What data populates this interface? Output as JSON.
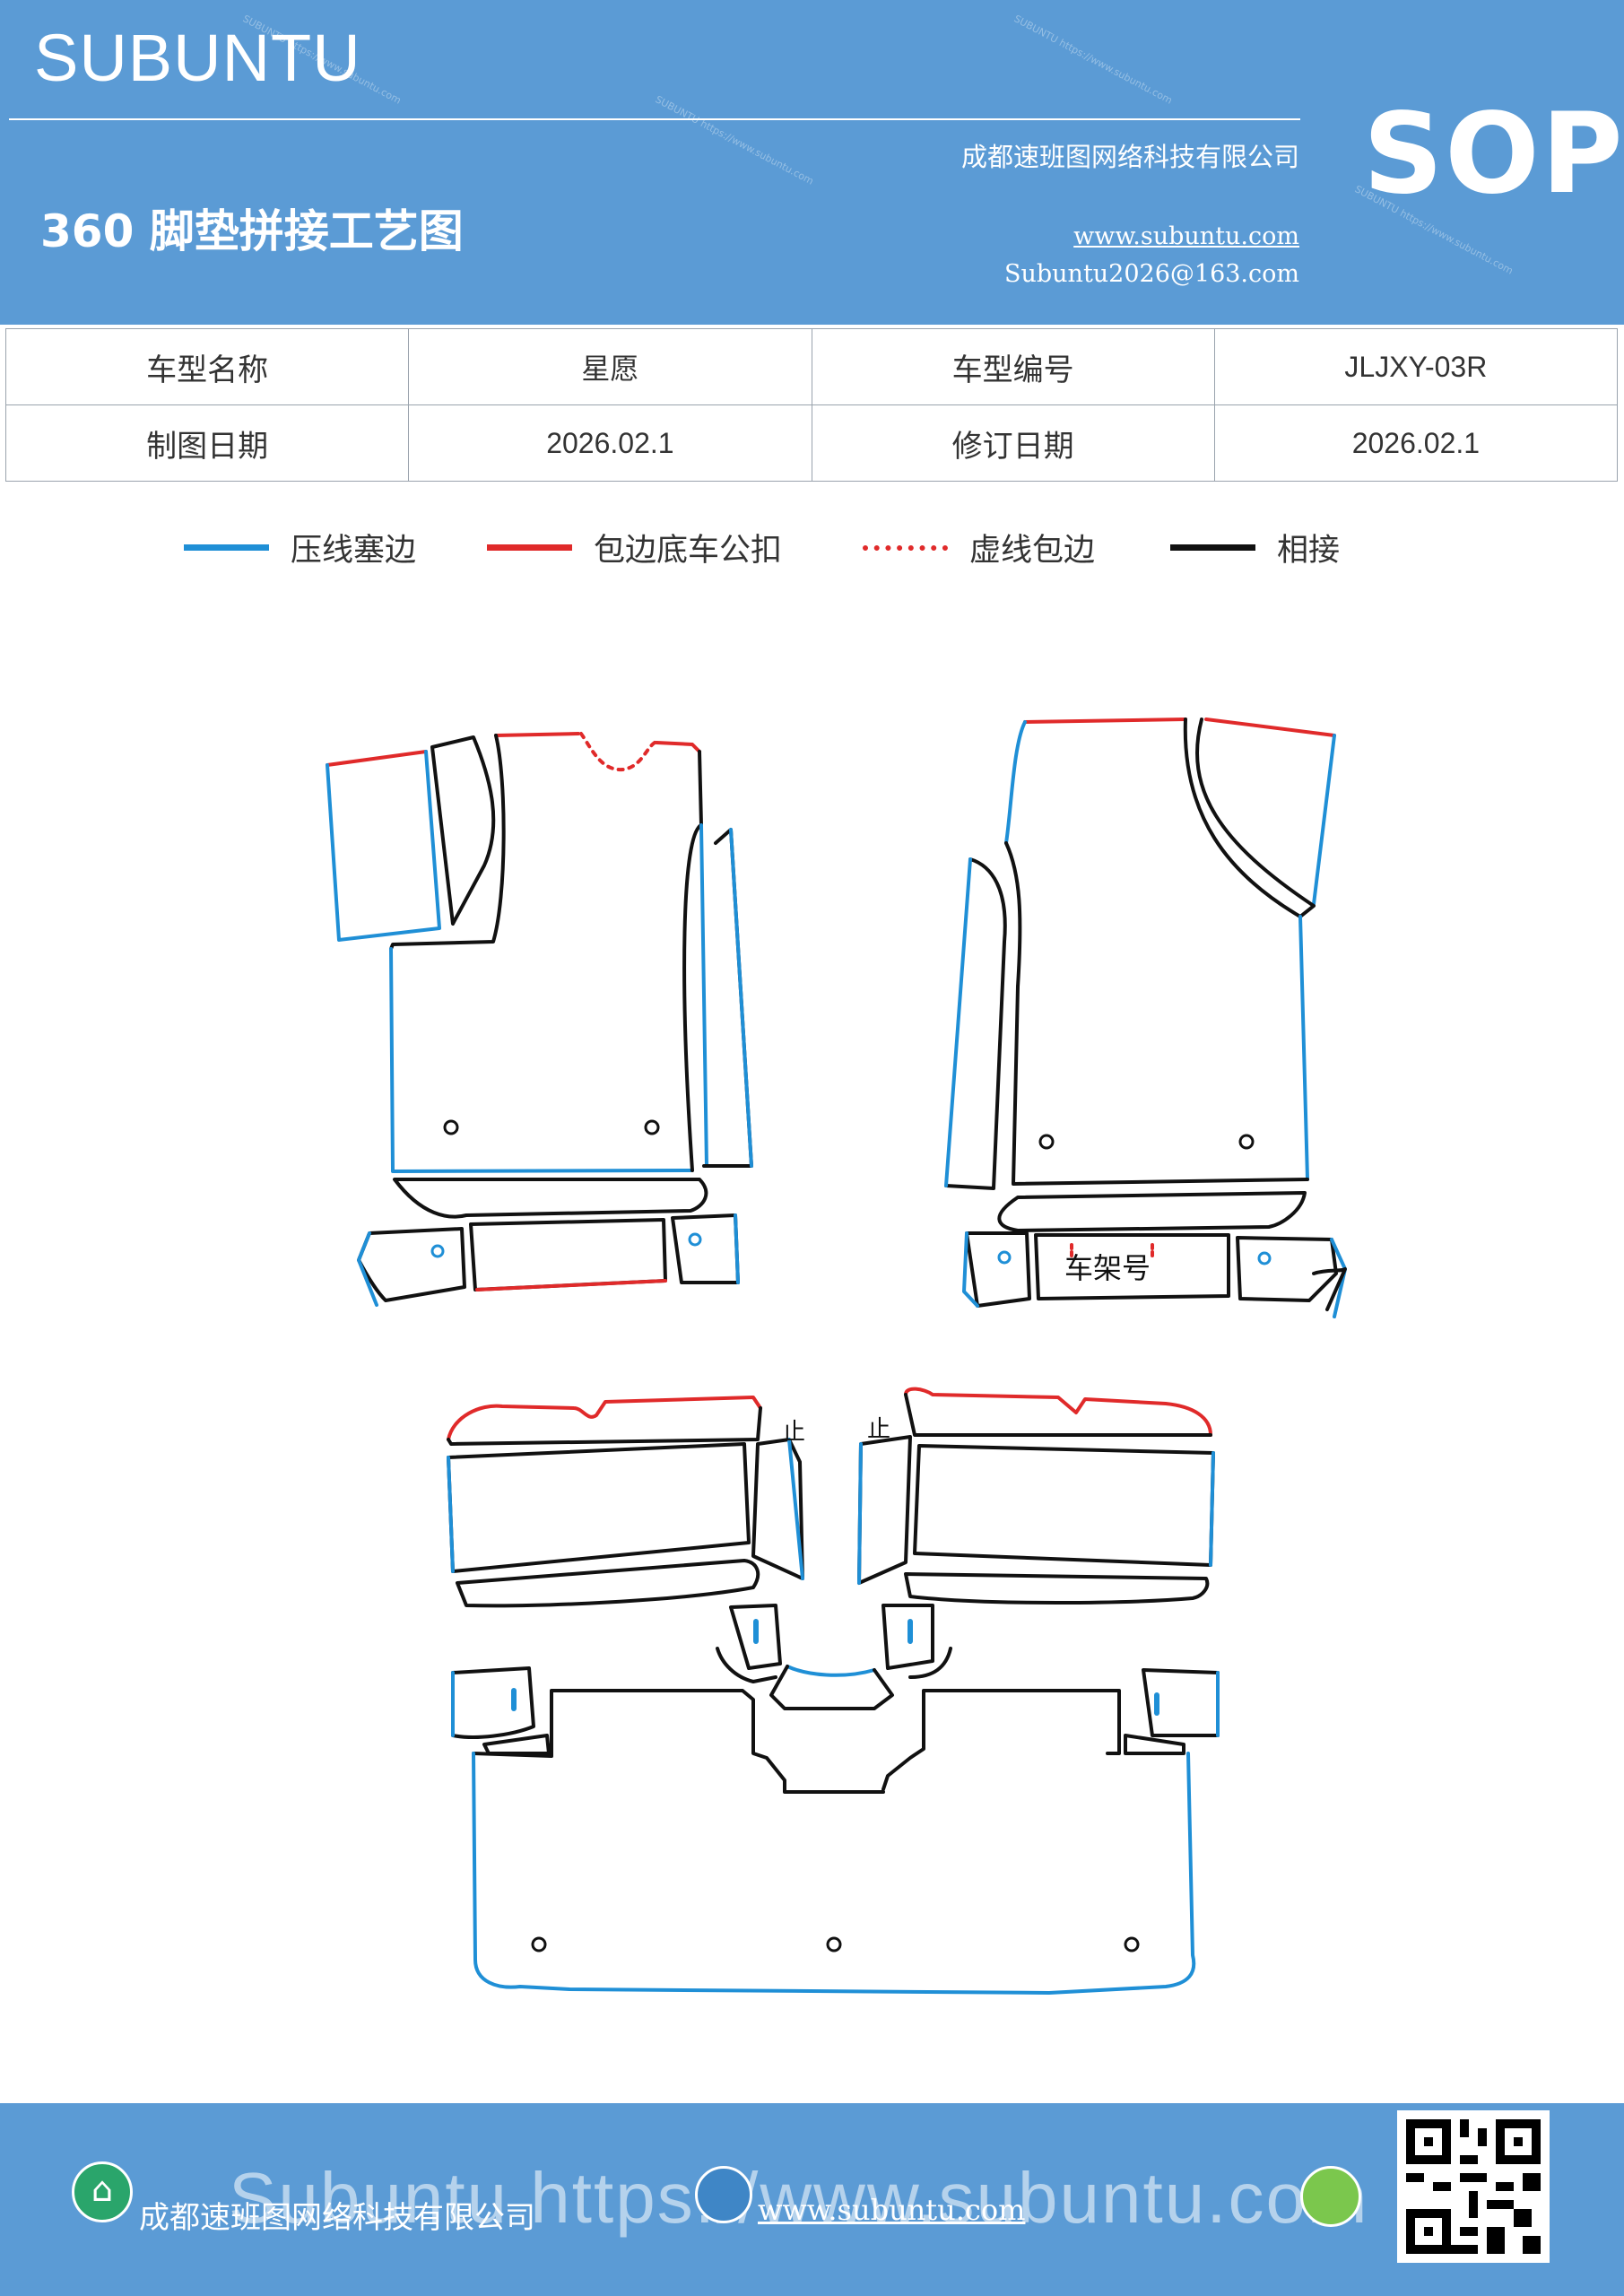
{
  "header": {
    "brand": "SUBUNTU",
    "company": "成都速班图网络科技有限公司",
    "title": "360 脚垫拼接工艺图",
    "website": "www.subuntu.com",
    "email": "Subuntu2026@163.com",
    "badge": "SOP",
    "watermark": "SUBUNTU https://www.subuntu.com"
  },
  "info_table": {
    "rows": [
      [
        "车型名称",
        "星愿",
        "车型编号",
        "JLJXY-03R"
      ],
      [
        "制图日期",
        "2026.02.1",
        "修订日期",
        "2026.02.1"
      ]
    ]
  },
  "legend": [
    {
      "label": "压线塞边",
      "color": "#1f8fd6",
      "style": "solid"
    },
    {
      "label": "包边底车公扣",
      "color": "#e02a2a",
      "style": "solid"
    },
    {
      "label": "虚线包边",
      "color": "#e02a2a",
      "style": "dotted"
    },
    {
      "label": "相接",
      "color": "#111111",
      "style": "solid"
    }
  ],
  "diagram": {
    "frame_label": "车架号",
    "stop_mark_left": "止",
    "stop_mark_right": "止"
  },
  "footer": {
    "company": "成都速班图网络科技有限公司",
    "website": "www.subuntu.com",
    "overlay": "Subuntu https://www.subuntu.com"
  },
  "colors": {
    "header_bg": "#5b9bd5",
    "blue_line": "#1f8fd6",
    "red_line": "#e02a2a",
    "black_line": "#111111"
  }
}
